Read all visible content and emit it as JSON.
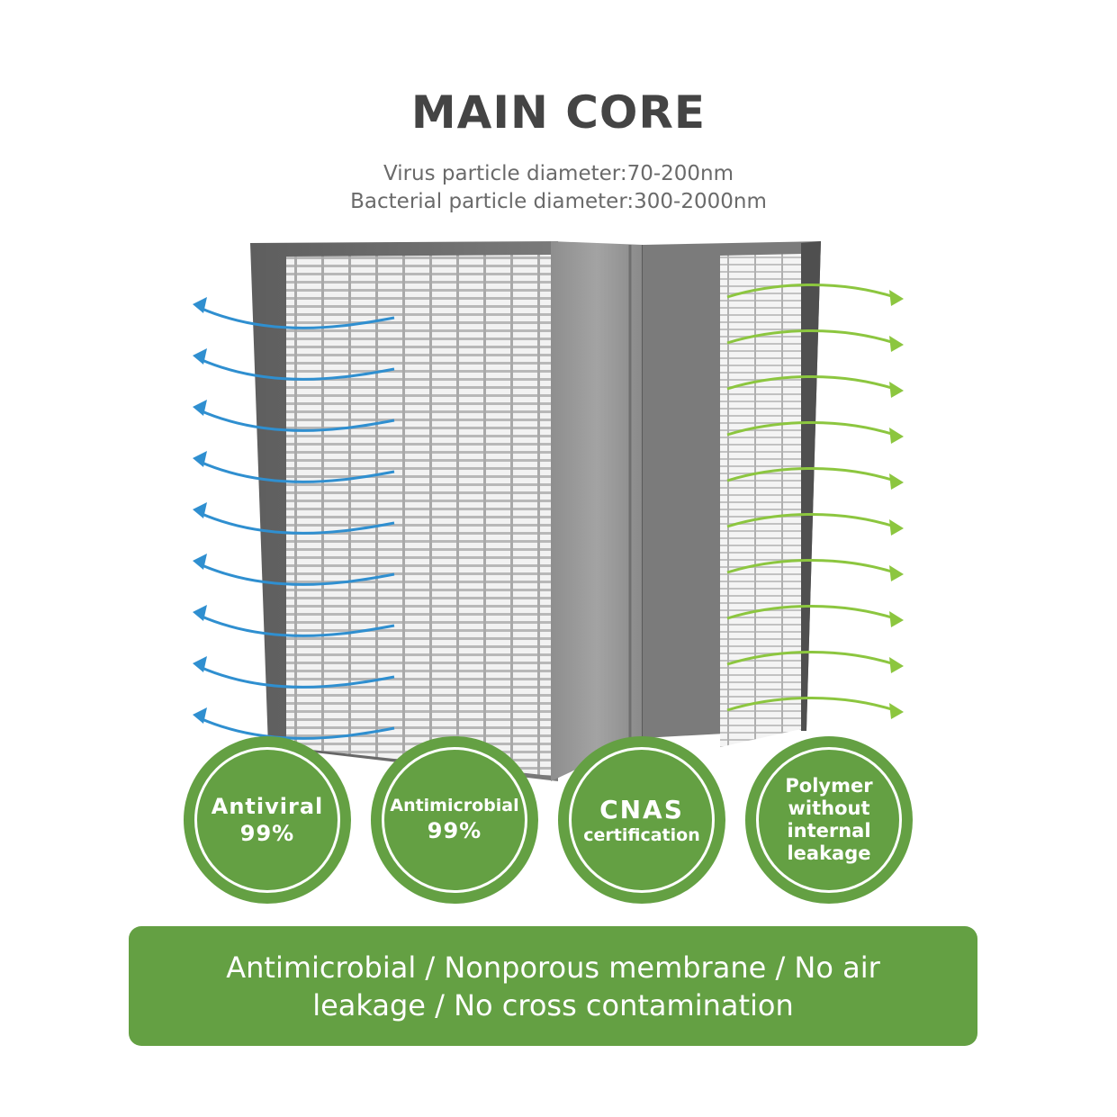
{
  "header": {
    "title": "MAIN CORE",
    "subtitle_line1": "Virus particle diameter:70-200nm",
    "subtitle_line2": "Bacterial particle diameter:300-2000nm"
  },
  "colors": {
    "brand_green": "#64a043",
    "title_gray": "#444444",
    "blue_arrow": "#2f8fd0",
    "green_arrow": "#8cc63f"
  },
  "badges": [
    {
      "line1": "Antiviral",
      "line2": "99%"
    },
    {
      "line1": "Antimicrobial",
      "line2": "99%"
    },
    {
      "line1": "CNAS",
      "line2": "certification"
    },
    {
      "line1": "Polymer",
      "line2": "without",
      "line3": "internal",
      "line4": "leakage"
    }
  ],
  "banner": {
    "text": "Antimicrobial / Nonporous membrane / No air leakage / No cross contamination"
  }
}
